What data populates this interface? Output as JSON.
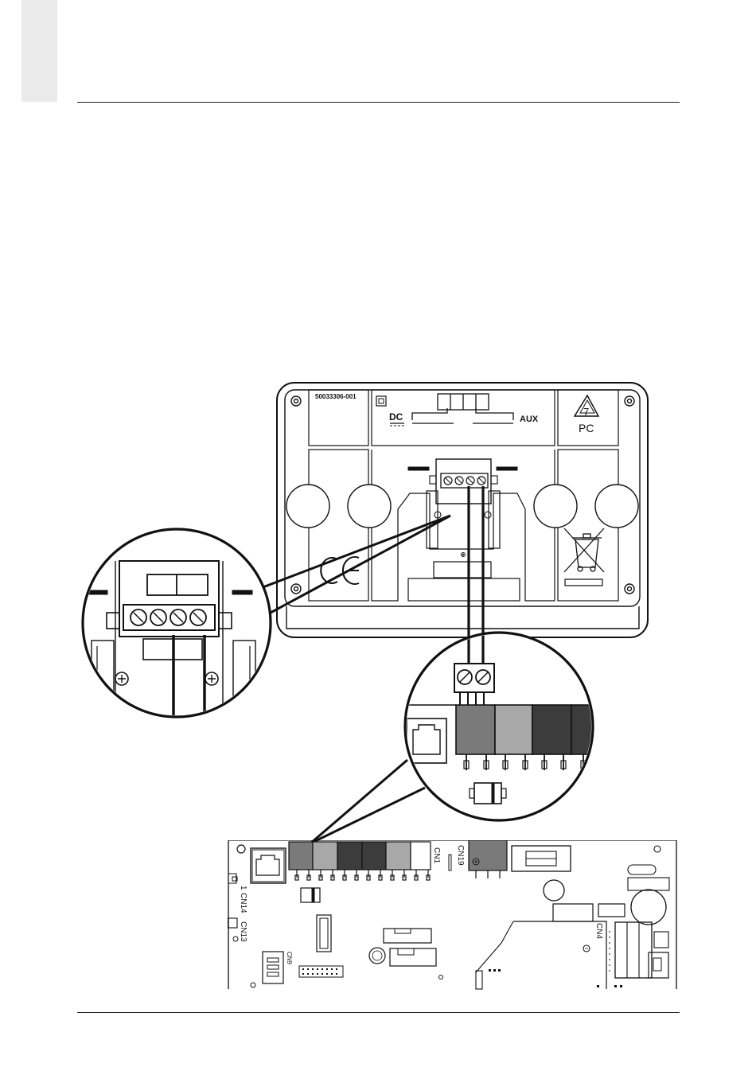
{
  "page": {
    "header_rule": true,
    "footer_rule": true,
    "side_tab_color": "#ebebeb"
  },
  "thermostat_back": {
    "part_number": "50033306-001",
    "dc_label": "DC",
    "aux_label": "AUX",
    "recycle_code": "7",
    "recycle_material": "PC",
    "ce_mark": "CE",
    "weee_icon": "crossed-bin-icon"
  },
  "connectors": {
    "cn1": "CN1",
    "cn19": "CN19",
    "cn14": "CN14",
    "cn13": "CN13",
    "cn14_pin": "1",
    "cn9": "CN9",
    "cn4": "CN4"
  },
  "colors": {
    "line": "#111111",
    "terminal_dark_gray": "#7a7a7a",
    "terminal_light_gray": "#a8a8a8",
    "terminal_black": "#3c3c3c",
    "terminal_white": "#ffffff"
  }
}
